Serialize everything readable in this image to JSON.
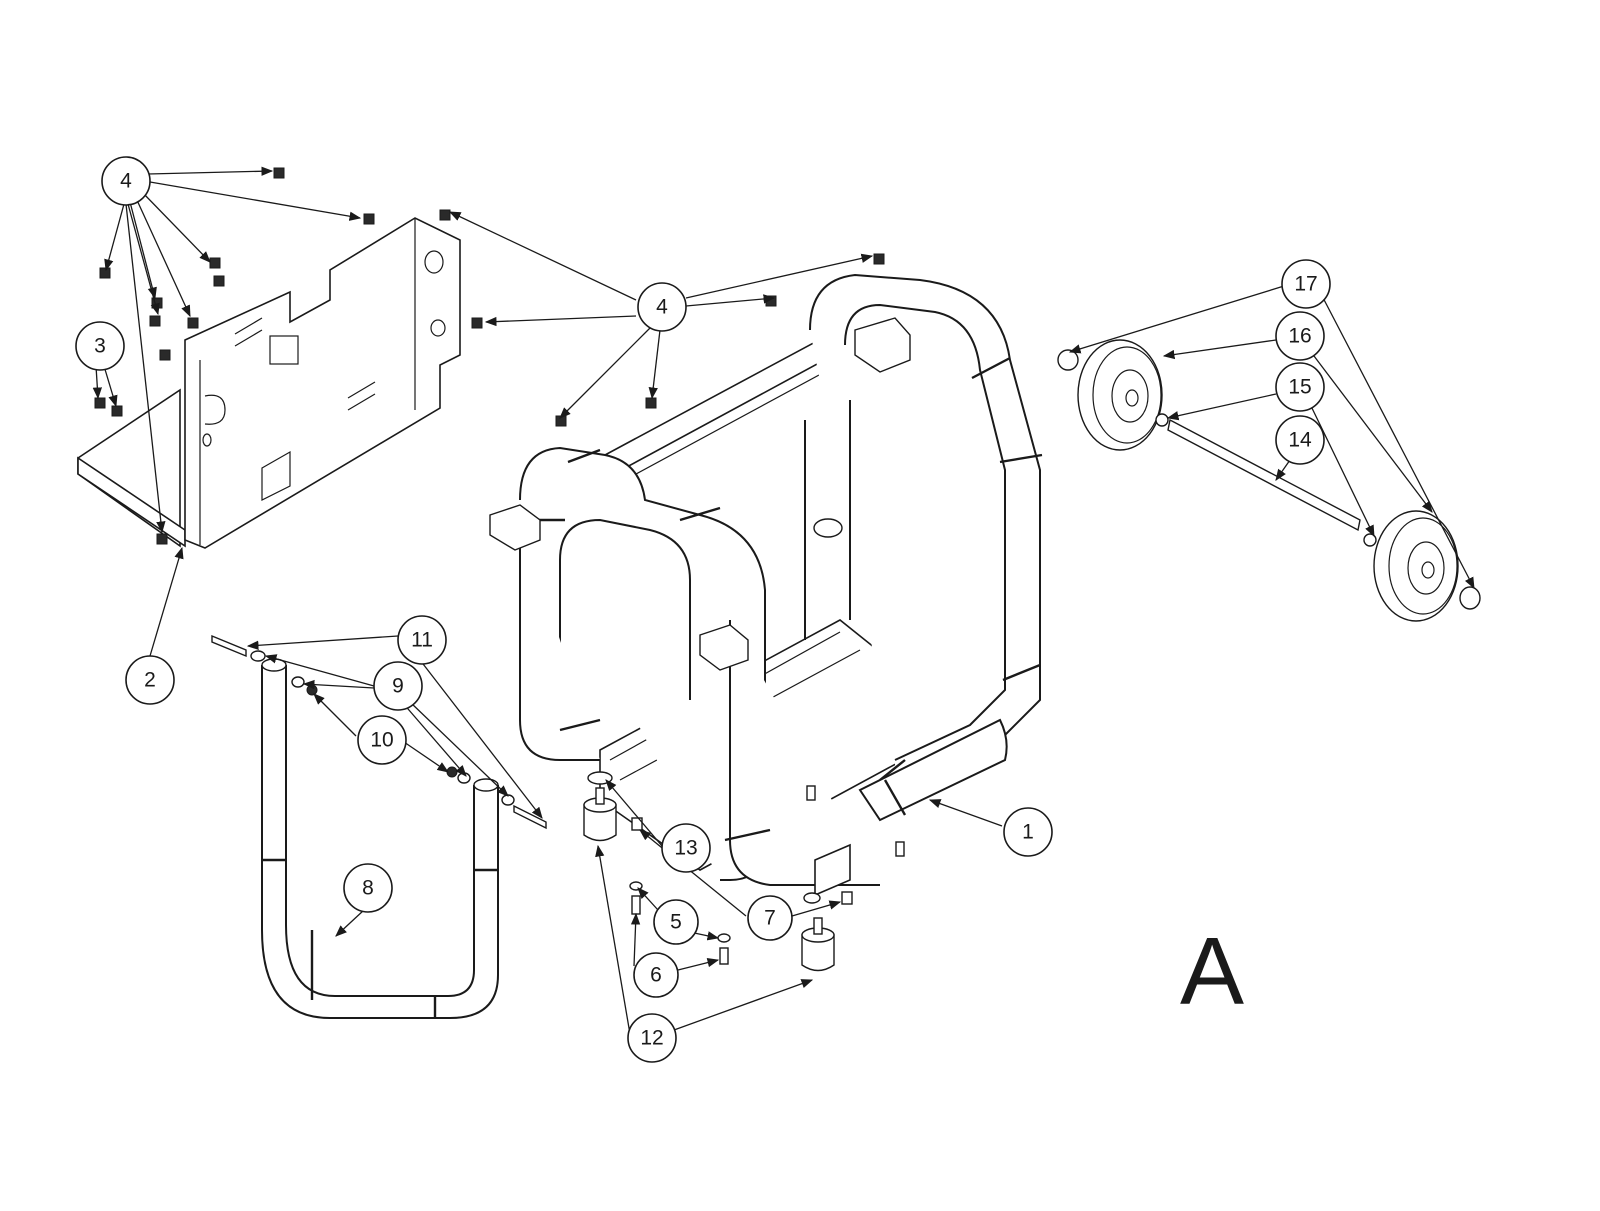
{
  "diagram": {
    "view_label": "A",
    "callouts": [
      {
        "id": "1",
        "text": "1"
      },
      {
        "id": "2",
        "text": "2"
      },
      {
        "id": "3",
        "text": "3"
      },
      {
        "id": "4a",
        "text": "4"
      },
      {
        "id": "4b",
        "text": "4"
      },
      {
        "id": "5",
        "text": "5"
      },
      {
        "id": "6",
        "text": "6"
      },
      {
        "id": "7",
        "text": "7"
      },
      {
        "id": "8",
        "text": "8"
      },
      {
        "id": "9",
        "text": "9"
      },
      {
        "id": "10",
        "text": "10"
      },
      {
        "id": "11",
        "text": "11"
      },
      {
        "id": "12",
        "text": "12"
      },
      {
        "id": "13",
        "text": "13"
      },
      {
        "id": "14",
        "text": "14"
      },
      {
        "id": "15",
        "text": "15"
      },
      {
        "id": "16",
        "text": "16"
      },
      {
        "id": "17",
        "text": "17"
      }
    ]
  }
}
